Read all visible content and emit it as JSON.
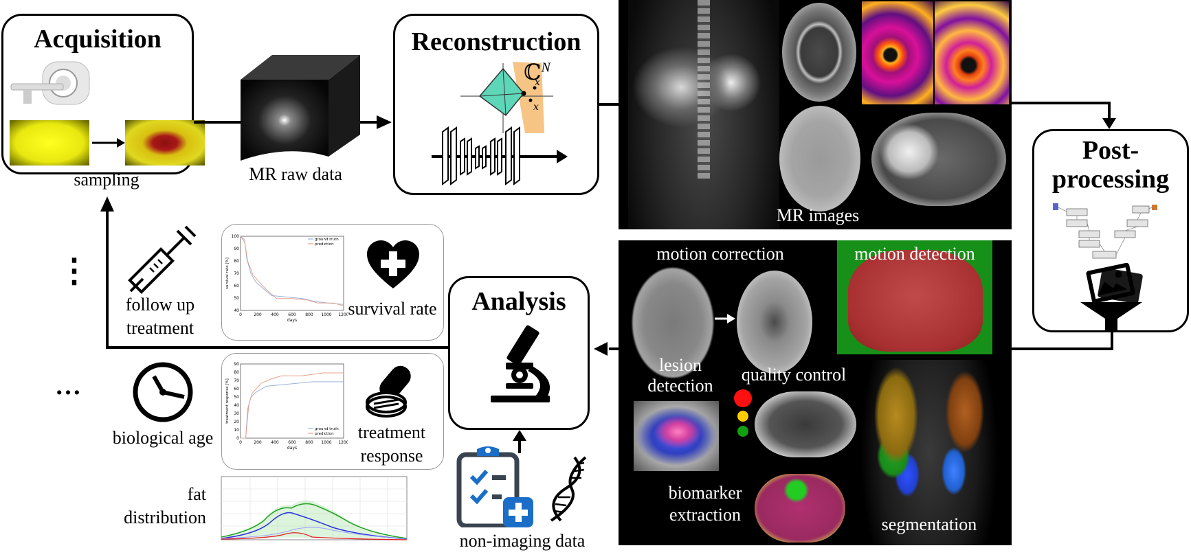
{
  "acquisition": {
    "title": "Acquisition",
    "sampling_label": "sampling"
  },
  "raw_data": {
    "label": "MR raw data"
  },
  "reconstruction": {
    "title": "Reconstruction",
    "space_symbol": "ℂ",
    "space_exp": "N",
    "var_x": "x"
  },
  "images": {
    "label": "MR images"
  },
  "postprocessing": {
    "title_line1": "Post-",
    "title_line2": "processing"
  },
  "analysis": {
    "title": "Analysis"
  },
  "tasks": {
    "motion_correction": "motion correction",
    "motion_detection": "motion detection",
    "lesion_line1": "lesion",
    "lesion_line2": "detection",
    "quality_control": "quality control",
    "biomarker_line1": "biomarker",
    "biomarker_line2": "extraction",
    "segmentation": "segmentation"
  },
  "outcomes": {
    "followup_line1": "follow up",
    "followup_line2": "treatment",
    "survival": "survival rate",
    "bioage": "biological age",
    "treatment_line1": "treatment",
    "treatment_line2": "response",
    "fat_line1": "fat",
    "fat_line2": "distribution",
    "non_imaging": "non-imaging data",
    "ellipsis": "⋮",
    "ellipsis_h": "…"
  },
  "survival_chart": {
    "ylabel": "survival rate [%]",
    "xlabel": "days",
    "yticks": [
      "100",
      "90",
      "80",
      "70",
      "60",
      "50",
      "40"
    ],
    "xticks": [
      "0",
      "200",
      "400",
      "600",
      "800",
      "1000",
      "1200"
    ],
    "legend": [
      "ground truth",
      "prediction"
    ]
  },
  "response_chart": {
    "ylabel": "treatment response [%]",
    "xlabel": "days",
    "yticks": [
      "90",
      "80",
      "70",
      "60",
      "50",
      "40",
      "30",
      "20",
      "10",
      "0"
    ],
    "xticks": [
      "0",
      "200",
      "400",
      "600",
      "800",
      "1000",
      "1200"
    ],
    "legend": [
      "ground truth",
      "prediction"
    ]
  },
  "colors": {
    "panel": "#000000",
    "gt": "#9ab3d8",
    "pred": "#e8a08a",
    "arrow": "#000000"
  }
}
